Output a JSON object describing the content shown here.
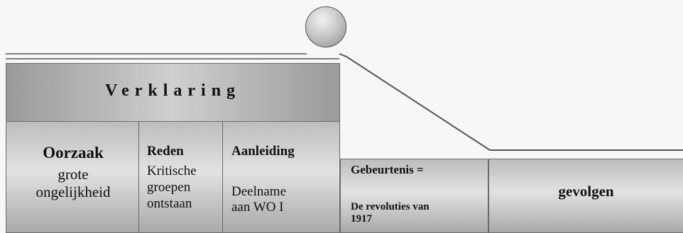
{
  "diagram": {
    "verklaring": {
      "title": "Verklaring"
    },
    "oorzaak": {
      "heading": "Oorzaak",
      "text_lines": [
        "grote",
        "ongelijkheid"
      ]
    },
    "reden": {
      "heading": "Reden",
      "text_lines": [
        "Kritische",
        "groepen",
        "ontstaan"
      ]
    },
    "aanleiding": {
      "heading": "Aanleiding",
      "text_lines": [
        "Deelname",
        "aan WO I"
      ]
    },
    "gebeurtenis": {
      "heading": "Gebeurtenis =",
      "text_lines": [
        "De revoluties van",
        "1917"
      ]
    },
    "gevolgen": {
      "heading": "gevolgen"
    }
  }
}
